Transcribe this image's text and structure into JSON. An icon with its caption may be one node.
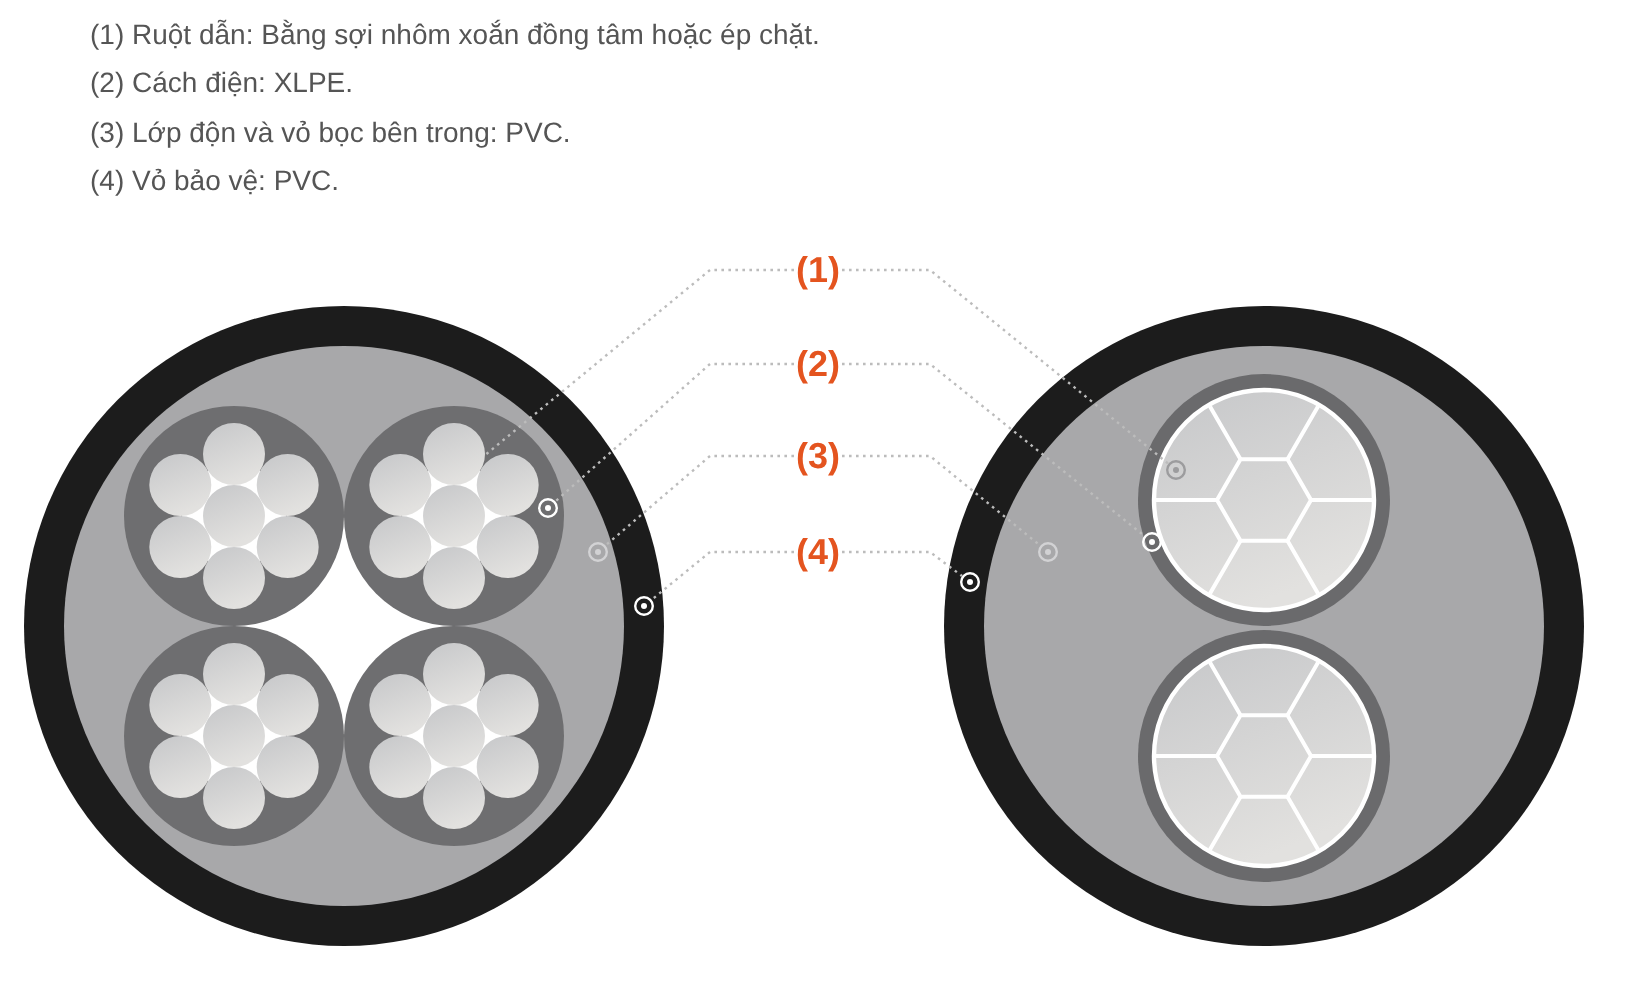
{
  "diagram": {
    "nodes": [
      {
        "text": [
          "(1)"
        ]
      },
      {
        "text": [
          "(2)"
        ]
      },
      {
        "text": [
          "(3)"
        ]
      },
      {
        "text": [
          "(4)"
        ]
      },
      {
        "text": [],
        "shape": "circle"
      },
      {
        "text": [],
        "shape": "circle"
      },
      {
        "text": [],
        "shape": "circle"
      },
      {
        "text": [],
        "shape": "circle"
      },
      {
        "text": [],
        "shape": "circle"
      },
      {
        "text": [],
        "shape": "circle"
      },
      {
        "text": [],
        "shape": "circle"
      }
    ],
    "edges": [
      {
        "from": 0,
        "to": null,
        "arrow": "none",
        "style": "dashed"
      },
      {
        "from": 0,
        "to": 7,
        "arrow": "none",
        "style": "dashed"
      },
      {
        "from": 1,
        "to": 4,
        "arrow": "none",
        "style": "dashed"
      },
      {
        "from": 1,
        "to": 8,
        "arrow": "none",
        "style": "dashed"
      },
      {
        "from": 2,
        "to": 5,
        "arrow": "none",
        "style": "dashed"
      },
      {
        "from": 2,
        "to": 9,
        "arrow": "none",
        "style": "dashed"
      },
      {
        "from": 3,
        "to": 6,
        "arrow": "none",
        "style": "dashed"
      },
      {
        "from": 3,
        "to": 10,
        "arrow": "none",
        "style": "dashed"
      }
    ],
    "labels": [
      "(1) Ruột dẫn: Bằng sợi nhôm xoắn đồng tâm hoặc ép chặt.",
      "(2) Cách điện: XLPE.",
      "(3) Lớp độn và vỏ bọc bên trong: PVC.",
      "(4) Vỏ bảo vệ: PVC."
    ]
  }
}
